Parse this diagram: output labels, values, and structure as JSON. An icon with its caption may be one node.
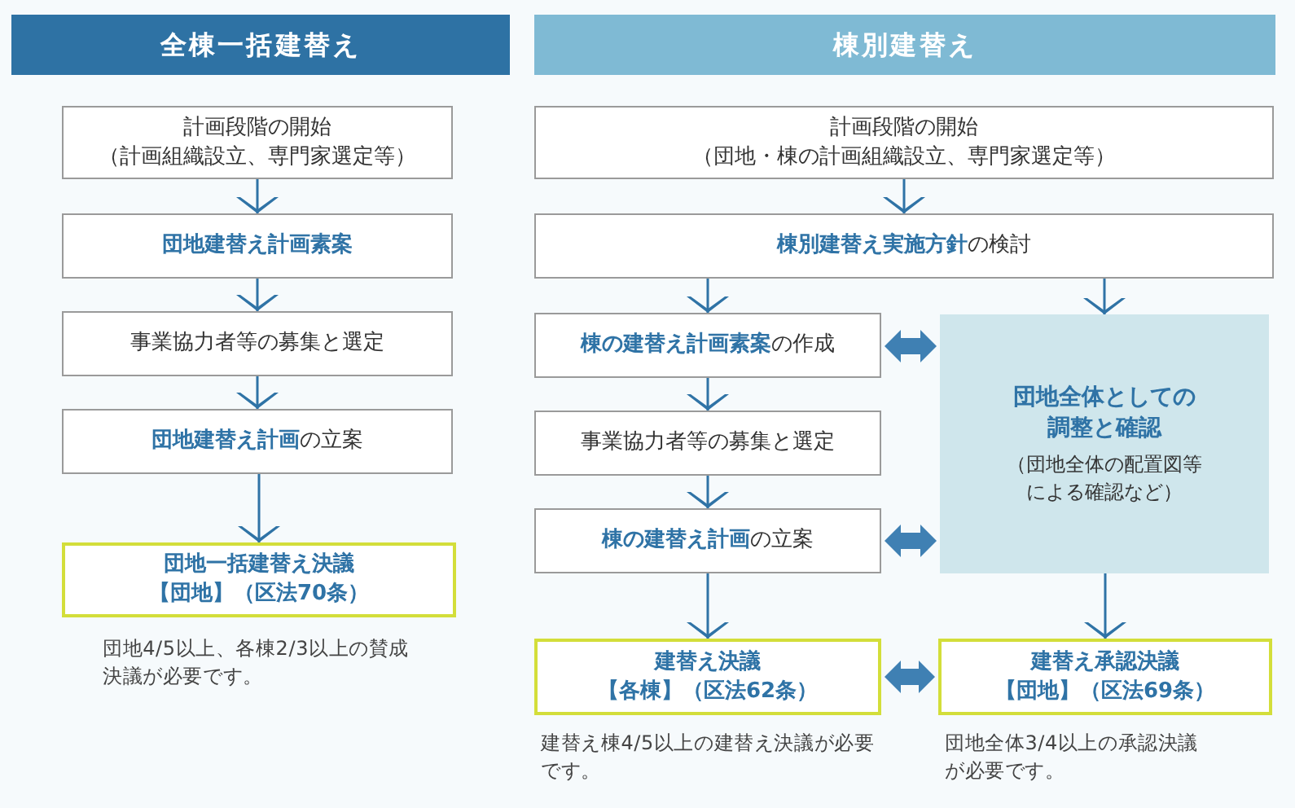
{
  "diagram": {
    "nodes": [
      {
        "text": [
          "全棟一括建替え"
        ]
      },
      {
        "text": [
          "棟別建替え"
        ]
      },
      {
        "text": [
          "計画段階の開始",
          "（計画組織設立、専門家選定等）"
        ]
      },
      {
        "text": [
          "団地建替え計画素案"
        ]
      },
      {
        "text": [
          "事業協力者等の募集と選定"
        ]
      },
      {
        "text": [
          "**団地建替え計画**の立案"
        ]
      },
      {
        "text": [
          "団地一括建替え決議",
          "【団地】（区法70条）"
        ],
        "beside": [
          "団地4/5以上、各棟2/3以上の賛成決議が必要です。"
        ]
      },
      {
        "text": [
          "計画段階の開始",
          "（団地・棟の計画組織設立、専門家選定等）"
        ]
      },
      {
        "text": [
          "**棟別建替え実施方針**の検討"
        ]
      },
      {
        "text": [
          "**棟の建替え計画素案**の作成"
        ]
      },
      {
        "text": [
          "事業協力者等の募集と選定"
        ]
      },
      {
        "text": [
          "**棟の建替え計画**の立案"
        ]
      },
      {
        "text": [
          "団地全体としての調整と確認",
          "（団地全体の配置図等による確認など）"
        ]
      },
      {
        "text": [
          "建替え決議",
          "【各棟】（区法62条）"
        ],
        "beside": [
          "建替え棟4/5以上の建替え決議が必要です。"
        ]
      },
      {
        "text": [
          "建替え承認決議",
          "【団地】（区法69条）"
        ],
        "beside": [
          "団地全体3/4以上の承認決議が必要です。"
        ]
      }
    ],
    "edges": [
      {
        "from": 2,
        "to": 3,
        "arrow": "to"
      },
      {
        "from": 3,
        "to": 4,
        "arrow": "to"
      },
      {
        "from": 4,
        "to": 5,
        "arrow": "to"
      },
      {
        "from": 5,
        "to": 6,
        "arrow": "to"
      },
      {
        "from": 7,
        "to": 8,
        "arrow": "to"
      },
      {
        "from": 8,
        "to": 9,
        "arrow": "to"
      },
      {
        "from": 8,
        "to": 12,
        "arrow": "to"
      },
      {
        "from": 9,
        "to": 10,
        "arrow": "to"
      },
      {
        "from": 10,
        "to": 11,
        "arrow": "to"
      },
      {
        "from": 11,
        "to": 13,
        "arrow": "to"
      },
      {
        "from": 12,
        "to": 14,
        "arrow": "to"
      },
      {
        "from": 9,
        "to": 12,
        "arrow": "both",
        "style": "thick"
      },
      {
        "from": 11,
        "to": 12,
        "arrow": "both",
        "style": "thick"
      },
      {
        "from": 13,
        "to": 14,
        "arrow": "both",
        "style": "thick"
      }
    ]
  }
}
